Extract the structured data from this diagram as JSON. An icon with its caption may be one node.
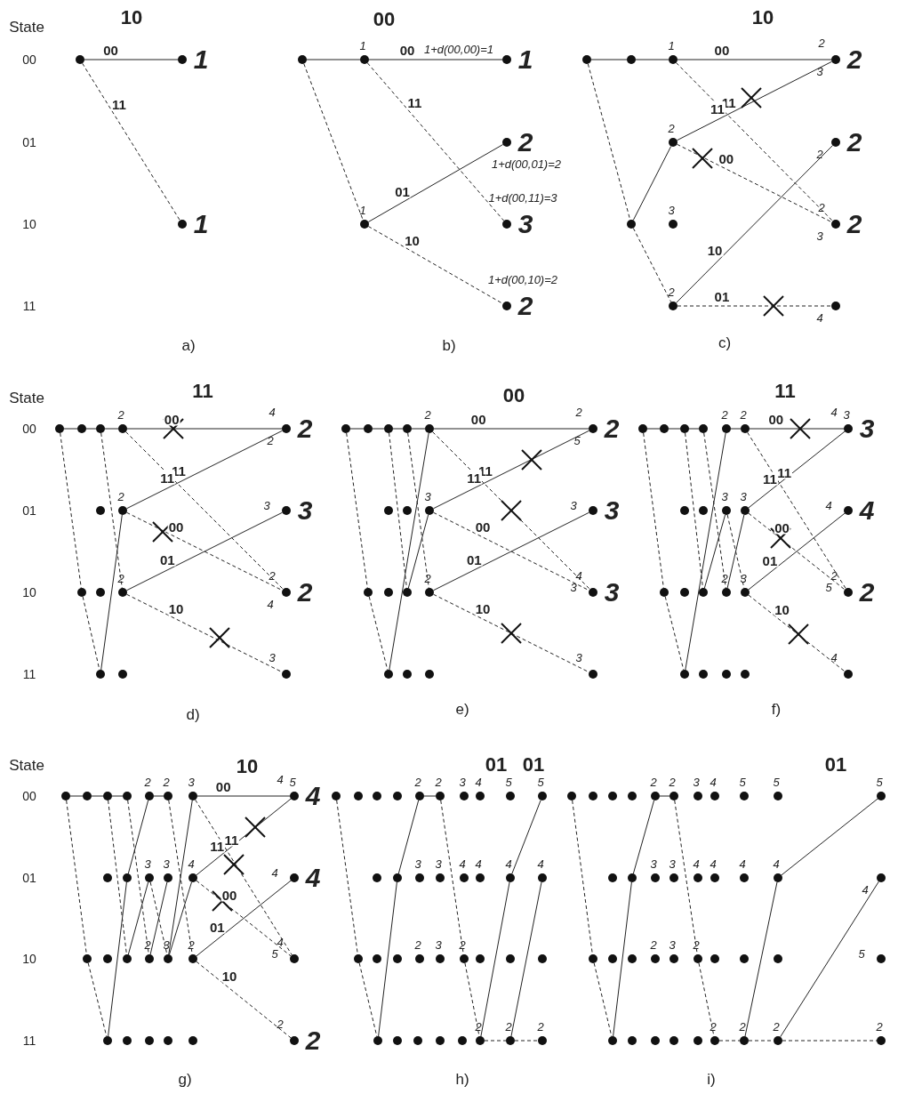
{
  "diagram": {
    "nodes": [
      {
        "text": [],
        "shape": "circle"
      },
      {
        "text": [],
        "shape": "circle",
        "beside": [
          "1"
        ]
      },
      {
        "text": [],
        "shape": "circle",
        "beside": [
          "1"
        ]
      },
      {
        "text": [],
        "shape": "circle"
      },
      {
        "text": [],
        "shape": "circle",
        "beside": [
          "1"
        ]
      },
      {
        "text": [],
        "shape": "circle",
        "beside": [
          "1"
        ]
      },
      {
        "text": [],
        "shape": "circle",
        "beside": [
          "1+d(00,00)=1",
          "1"
        ]
      },
      {
        "text": [],
        "shape": "circle",
        "beside": [
          "2",
          "1+d(00,01)=2"
        ]
      },
      {
        "text": [],
        "shape": "circle",
        "beside": [
          "1+d(00,11)=3",
          "3"
        ]
      },
      {
        "text": [],
        "shape": "circle",
        "beside": [
          "1+d(00,10)=2",
          "2"
        ]
      },
      {
        "text": [],
        "shape": "circle"
      },
      {
        "text": [],
        "shape": "circle"
      },
      {
        "text": [],
        "shape": "circle"
      },
      {
        "text": [],
        "shape": "circle",
        "beside": [
          "1"
        ]
      },
      {
        "text": [],
        "shape": "circle",
        "beside": [
          "2"
        ]
      },
      {
        "text": [],
        "shape": "circle",
        "beside": [
          "3"
        ]
      },
      {
        "text": [],
        "shape": "circle",
        "beside": [
          "2"
        ]
      },
      {
        "text": [],
        "shape": "circle",
        "beside": [
          "2",
          "3",
          "2"
        ]
      },
      {
        "text": [],
        "shape": "circle",
        "beside": [
          "2",
          "2"
        ]
      },
      {
        "text": [],
        "shape": "circle",
        "beside": [
          "2",
          "3",
          "2"
        ]
      },
      {
        "text": [],
        "shape": "circle",
        "beside": [
          "4"
        ]
      },
      {
        "text": [],
        "shape": "circle"
      },
      {
        "text": [],
        "shape": "circle"
      },
      {
        "text": [],
        "shape": "circle"
      },
      {
        "text": [],
        "shape": "circle",
        "beside": [
          "2"
        ]
      },
      {
        "text": [],
        "shape": "circle"
      },
      {
        "text": [],
        "shape": "circle",
        "beside": [
          "2"
        ]
      },
      {
        "text": [],
        "shape": "circle"
      },
      {
        "text": [],
        "shape": "circle"
      },
      {
        "text": [],
        "shape": "circle",
        "beside": [
          "2"
        ]
      },
      {
        "text": [],
        "shape": "circle"
      },
      {
        "text": [],
        "shape": "circle"
      },
      {
        "text": [],
        "shape": "circle",
        "beside": [
          "4",
          "2",
          "2"
        ]
      },
      {
        "text": [],
        "shape": "circle",
        "beside": [
          "3",
          "3"
        ]
      },
      {
        "text": [],
        "shape": "circle",
        "beside": [
          "2",
          "4",
          "2"
        ]
      },
      {
        "text": [],
        "shape": "circle",
        "beside": [
          "3"
        ]
      },
      {
        "text": [],
        "shape": "circle"
      },
      {
        "text": [],
        "shape": "circle"
      },
      {
        "text": [],
        "shape": "circle"
      },
      {
        "text": [],
        "shape": "circle"
      },
      {
        "text": [],
        "shape": "circle",
        "beside": [
          "2"
        ]
      },
      {
        "text": [],
        "shape": "circle"
      },
      {
        "text": [],
        "shape": "circle"
      },
      {
        "text": [],
        "shape": "circle",
        "beside": [
          "3"
        ]
      },
      {
        "text": [],
        "shape": "circle"
      },
      {
        "text": [],
        "shape": "circle"
      },
      {
        "text": [],
        "shape": "circle"
      },
      {
        "text": [],
        "shape": "circle",
        "beside": [
          "2"
        ]
      },
      {
        "text": [],
        "shape": "circle"
      },
      {
        "text": [],
        "shape": "circle"
      },
      {
        "text": [],
        "shape": "circle"
      },
      {
        "text": [],
        "shape": "circle",
        "beside": [
          "2",
          "5",
          "2"
        ]
      },
      {
        "text": [],
        "shape": "circle",
        "beside": [
          "3",
          "3"
        ]
      },
      {
        "text": [],
        "shape": "circle",
        "beside": [
          "4",
          "3",
          "3"
        ]
      },
      {
        "text": [],
        "shape": "circle",
        "beside": [
          "3"
        ]
      },
      {
        "text": [],
        "shape": "circle"
      },
      {
        "text": [],
        "shape": "circle"
      },
      {
        "text": [],
        "shape": "circle"
      },
      {
        "text": [],
        "shape": "circle"
      },
      {
        "text": [],
        "shape": "circle",
        "beside": [
          "2"
        ]
      },
      {
        "text": [],
        "shape": "circle",
        "beside": [
          "2"
        ]
      },
      {
        "text": [],
        "shape": "circle"
      },
      {
        "text": [],
        "shape": "circle"
      },
      {
        "text": [],
        "shape": "circle",
        "beside": [
          "3"
        ]
      },
      {
        "text": [],
        "shape": "circle",
        "beside": [
          "3"
        ]
      },
      {
        "text": [],
        "shape": "circle"
      },
      {
        "text": [],
        "shape": "circle"
      },
      {
        "text": [],
        "shape": "circle"
      },
      {
        "text": [],
        "shape": "circle",
        "beside": [
          "2"
        ]
      },
      {
        "text": [],
        "shape": "circle",
        "beside": [
          "3"
        ]
      },
      {
        "text": [],
        "shape": "circle"
      },
      {
        "text": [],
        "shape": "circle"
      },
      {
        "text": [],
        "shape": "circle"
      },
      {
        "text": [],
        "shape": "circle"
      },
      {
        "text": [],
        "shape": "circle",
        "beside": [
          "4",
          "3",
          "3"
        ]
      },
      {
        "text": [],
        "shape": "circle",
        "beside": [
          "4",
          "4"
        ]
      },
      {
        "text": [],
        "shape": "circle",
        "beside": [
          "2",
          "5",
          "2"
        ]
      },
      {
        "text": [],
        "shape": "circle",
        "beside": [
          "4"
        ]
      },
      {
        "text": [],
        "shape": "circle"
      },
      {
        "text": [],
        "shape": "circle"
      },
      {
        "text": [],
        "shape": "circle"
      },
      {
        "text": [],
        "shape": "circle"
      },
      {
        "text": [],
        "shape": "circle",
        "beside": [
          "2"
        ]
      },
      {
        "text": [],
        "shape": "circle",
        "beside": [
          "2"
        ]
      },
      {
        "text": [],
        "shape": "circle",
        "beside": [
          "3"
        ]
      },
      {
        "text": [],
        "shape": "circle"
      },
      {
        "text": [],
        "shape": "circle"
      },
      {
        "text": [],
        "shape": "circle",
        "beside": [
          "3"
        ]
      },
      {
        "text": [],
        "shape": "circle",
        "beside": [
          "3"
        ]
      },
      {
        "text": [],
        "shape": "circle",
        "beside": [
          "4"
        ]
      },
      {
        "text": [],
        "shape": "circle"
      },
      {
        "text": [],
        "shape": "circle"
      },
      {
        "text": [],
        "shape": "circle"
      },
      {
        "text": [],
        "shape": "circle",
        "beside": [
          "2"
        ]
      },
      {
        "text": [],
        "shape": "circle",
        "beside": [
          "3"
        ]
      },
      {
        "text": [],
        "shape": "circle",
        "beside": [
          "2"
        ]
      },
      {
        "text": [],
        "shape": "circle"
      },
      {
        "text": [],
        "shape": "circle"
      },
      {
        "text": [],
        "shape": "circle"
      },
      {
        "text": [],
        "shape": "circle"
      },
      {
        "text": [],
        "shape": "circle"
      },
      {
        "text": [],
        "shape": "circle",
        "beside": [
          "4",
          "5",
          "4"
        ]
      },
      {
        "text": [],
        "shape": "circle",
        "beside": [
          "4",
          "4"
        ]
      },
      {
        "text": [],
        "shape": "circle",
        "beside": [
          "4",
          "5"
        ]
      },
      {
        "text": [],
        "shape": "circle",
        "beside": [
          "2",
          "2"
        ]
      },
      {
        "text": [],
        "shape": "circle"
      },
      {
        "text": [],
        "shape": "circle"
      },
      {
        "text": [],
        "shape": "circle"
      },
      {
        "text": [],
        "shape": "circle"
      },
      {
        "text": [],
        "shape": "circle",
        "beside": [
          "2"
        ]
      },
      {
        "text": [],
        "shape": "circle",
        "beside": [
          "2"
        ]
      },
      {
        "text": [],
        "shape": "circle",
        "beside": [
          "3"
        ]
      },
      {
        "text": [],
        "shape": "circle",
        "beside": [
          "4"
        ]
      },
      {
        "text": [],
        "shape": "circle",
        "beside": [
          "5"
        ]
      },
      {
        "text": [],
        "shape": "circle",
        "beside": [
          "5"
        ]
      },
      {
        "text": [],
        "shape": "circle"
      },
      {
        "text": [],
        "shape": "circle"
      },
      {
        "text": [],
        "shape": "circle",
        "beside": [
          "3"
        ]
      },
      {
        "text": [],
        "shape": "circle",
        "beside": [
          "3"
        ]
      },
      {
        "text": [],
        "shape": "circle",
        "beside": [
          "4"
        ]
      },
      {
        "text": [],
        "shape": "circle",
        "beside": [
          "4"
        ]
      },
      {
        "text": [],
        "shape": "circle",
        "beside": [
          "4"
        ]
      },
      {
        "text": [],
        "shape": "circle",
        "beside": [
          "4"
        ]
      },
      {
        "text": [],
        "shape": "circle"
      },
      {
        "text": [],
        "shape": "circle"
      },
      {
        "text": [],
        "shape": "circle"
      },
      {
        "text": [],
        "shape": "circle",
        "beside": [
          "2"
        ]
      },
      {
        "text": [],
        "shape": "circle",
        "beside": [
          "3"
        ]
      },
      {
        "text": [],
        "shape": "circle",
        "beside": [
          "2"
        ]
      },
      {
        "text": [],
        "shape": "circle"
      },
      {
        "text": [],
        "shape": "circle"
      },
      {
        "text": [],
        "shape": "circle"
      },
      {
        "text": [],
        "shape": "circle"
      },
      {
        "text": [],
        "shape": "circle"
      },
      {
        "text": [],
        "shape": "circle"
      },
      {
        "text": [],
        "shape": "circle"
      },
      {
        "text": [],
        "shape": "circle"
      },
      {
        "text": [],
        "shape": "circle",
        "beside": [
          "2"
        ]
      },
      {
        "text": [],
        "shape": "circle",
        "beside": [
          "2"
        ]
      },
      {
        "text": [],
        "shape": "circle",
        "beside": [
          "2"
        ]
      },
      {
        "text": [],
        "shape": "circle"
      },
      {
        "text": [],
        "shape": "circle"
      },
      {
        "text": [],
        "shape": "circle"
      },
      {
        "text": [],
        "shape": "circle"
      },
      {
        "text": [],
        "shape": "circle",
        "beside": [
          "2"
        ]
      },
      {
        "text": [],
        "shape": "circle",
        "beside": [
          "2"
        ]
      },
      {
        "text": [],
        "shape": "circle",
        "beside": [
          "3"
        ]
      },
      {
        "text": [],
        "shape": "circle",
        "beside": [
          "4"
        ]
      },
      {
        "text": [],
        "shape": "circle",
        "beside": [
          "5"
        ]
      },
      {
        "text": [],
        "shape": "circle",
        "beside": [
          "5"
        ]
      },
      {
        "text": [],
        "shape": "circle",
        "beside": [
          "5"
        ]
      },
      {
        "text": [],
        "shape": "circle"
      },
      {
        "text": [],
        "shape": "circle"
      },
      {
        "text": [],
        "shape": "circle",
        "beside": [
          "3"
        ]
      },
      {
        "text": [],
        "shape": "circle",
        "beside": [
          "3"
        ]
      },
      {
        "text": [],
        "shape": "circle",
        "beside": [
          "4"
        ]
      },
      {
        "text": [],
        "shape": "circle",
        "beside": [
          "4"
        ]
      },
      {
        "text": [],
        "shape": "circle",
        "beside": [
          "4"
        ]
      },
      {
        "text": [],
        "shape": "circle",
        "beside": [
          "4"
        ]
      },
      {
        "text": [],
        "shape": "circle",
        "beside": [
          "4"
        ]
      },
      {
        "text": [],
        "shape": "circle"
      },
      {
        "text": [],
        "shape": "circle"
      },
      {
        "text": [],
        "shape": "circle"
      },
      {
        "text": [],
        "shape": "circle",
        "beside": [
          "2"
        ]
      },
      {
        "text": [],
        "shape": "circle",
        "beside": [
          "3"
        ]
      },
      {
        "text": [],
        "shape": "circle",
        "beside": [
          "2"
        ]
      },
      {
        "text": [],
        "shape": "circle"
      },
      {
        "text": [],
        "shape": "circle"
      },
      {
        "text": [],
        "shape": "circle"
      },
      {
        "text": [],
        "shape": "circle",
        "beside": [
          "5"
        ]
      },
      {
        "text": [],
        "shape": "circle"
      },
      {
        "text": [],
        "shape": "circle"
      },
      {
        "text": [],
        "shape": "circle"
      },
      {
        "text": [],
        "shape": "circle"
      },
      {
        "text": [],
        "shape": "circle"
      },
      {
        "text": [],
        "shape": "circle",
        "beside": [
          "2"
        ]
      },
      {
        "text": [],
        "shape": "circle",
        "beside": [
          "2"
        ]
      },
      {
        "text": [],
        "shape": "circle",
        "beside": [
          "2"
        ]
      },
      {
        "text": [],
        "shape": "circle",
        "beside": [
          "2"
        ]
      }
    ],
    "edges": [
      {
        "from": 0,
        "to": 1,
        "arrow": "none",
        "label": "00"
      },
      {
        "from": 0,
        "to": 2,
        "arrow": "none",
        "style": "dashed",
        "label": "11"
      },
      {
        "from": 3,
        "to": 4,
        "arrow": "none"
      },
      {
        "from": 3,
        "to": 5,
        "arrow": "none",
        "style": "dashed"
      },
      {
        "from": 4,
        "to": 6,
        "arrow": "none",
        "label": "00"
      },
      {
        "from": 4,
        "to": 8,
        "arrow": "none",
        "style": "dashed",
        "label": "11"
      },
      {
        "from": 5,
        "to": 7,
        "arrow": "none",
        "label": "01"
      },
      {
        "from": 5,
        "to": 9,
        "arrow": "none",
        "style": "dashed",
        "label": "10"
      },
      {
        "from": 10,
        "to": 11,
        "arrow": "none"
      },
      {
        "from": 10,
        "to": 12,
        "arrow": "none",
        "style": "dashed"
      },
      {
        "from": 11,
        "to": 13,
        "arrow": "none"
      },
      {
        "from": 12,
        "to": 14,
        "arrow": "none"
      },
      {
        "from": 12,
        "to": 16,
        "arrow": "none",
        "style": "dashed"
      },
      {
        "from": 13,
        "to": 17,
        "arrow": "none",
        "label": "00"
      },
      {
        "from": 13,
        "to": 19,
        "arrow": "none",
        "style": "dashed",
        "label": "11"
      },
      {
        "from": 14,
        "to": 17,
        "arrow": "none",
        "label": "11"
      },
      {
        "from": 14,
        "to": 19,
        "arrow": "none",
        "style": "dashed",
        "label": "00"
      },
      {
        "from": 16,
        "to": 18,
        "arrow": "none",
        "label": "10"
      },
      {
        "from": 16,
        "to": 20,
        "arrow": "none",
        "style": "dashed",
        "label": "01"
      },
      {
        "from": 21,
        "to": 22,
        "arrow": "none"
      },
      {
        "from": 22,
        "to": 23,
        "arrow": "none"
      },
      {
        "from": 23,
        "to": 24,
        "arrow": "none"
      },
      {
        "from": 21,
        "to": 27,
        "arrow": "none",
        "style": "dashed"
      },
      {
        "from": 27,
        "to": 30,
        "arrow": "none",
        "style": "dashed"
      },
      {
        "from": 23,
        "to": 29,
        "arrow": "none",
        "style": "dashed"
      },
      {
        "from": 30,
        "to": 26,
        "arrow": "none"
      },
      {
        "from": 24,
        "to": 32,
        "arrow": "none",
        "label": "00"
      },
      {
        "from": 24,
        "to": 34,
        "arrow": "none",
        "style": "dashed",
        "label": "11"
      },
      {
        "from": 26,
        "to": 32,
        "arrow": "none",
        "label": "11"
      },
      {
        "from": 26,
        "to": 34,
        "arrow": "none",
        "style": "dashed",
        "label": "00"
      },
      {
        "from": 29,
        "to": 33,
        "arrow": "none",
        "label": "01"
      },
      {
        "from": 29,
        "to": 35,
        "arrow": "none",
        "style": "dashed",
        "label": "10"
      },
      {
        "from": 36,
        "to": 37,
        "arrow": "none"
      },
      {
        "from": 37,
        "to": 38,
        "arrow": "none"
      },
      {
        "from": 38,
        "to": 39,
        "arrow": "none"
      },
      {
        "from": 39,
        "to": 40,
        "arrow": "none"
      },
      {
        "from": 36,
        "to": 44,
        "arrow": "none",
        "style": "dashed"
      },
      {
        "from": 44,
        "to": 48,
        "arrow": "none",
        "style": "dashed"
      },
      {
        "from": 48,
        "to": 40,
        "arrow": "none"
      },
      {
        "from": 38,
        "to": 46,
        "arrow": "none",
        "style": "dashed"
      },
      {
        "from": 39,
        "to": 47,
        "arrow": "none",
        "style": "dashed"
      },
      {
        "from": 46,
        "to": 43,
        "arrow": "none"
      },
      {
        "from": 40,
        "to": 51,
        "arrow": "none",
        "label": "00"
      },
      {
        "from": 40,
        "to": 53,
        "arrow": "none",
        "style": "dashed",
        "label": "11"
      },
      {
        "from": 43,
        "to": 51,
        "arrow": "none",
        "label": "11"
      },
      {
        "from": 43,
        "to": 53,
        "arrow": "none",
        "style": "dashed",
        "label": "00"
      },
      {
        "from": 47,
        "to": 52,
        "arrow": "none",
        "label": "01"
      },
      {
        "from": 47,
        "to": 54,
        "arrow": "none",
        "style": "dashed",
        "label": "10"
      },
      {
        "from": 55,
        "to": 56,
        "arrow": "none"
      },
      {
        "from": 56,
        "to": 57,
        "arrow": "none"
      },
      {
        "from": 57,
        "to": 58,
        "arrow": "none"
      },
      {
        "from": 59,
        "to": 60,
        "arrow": "none"
      },
      {
        "from": 55,
        "to": 65,
        "arrow": "none",
        "style": "dashed"
      },
      {
        "from": 65,
        "to": 70,
        "arrow": "none",
        "style": "dashed"
      },
      {
        "from": 70,
        "to": 59,
        "arrow": "none"
      },
      {
        "from": 57,
        "to": 67,
        "arrow": "none",
        "style": "dashed"
      },
      {
        "from": 58,
        "to": 68,
        "arrow": "none",
        "style": "dashed"
      },
      {
        "from": 67,
        "to": 63,
        "arrow": "none"
      },
      {
        "from": 63,
        "to": 69,
        "arrow": "none",
        "style": "dashed"
      },
      {
        "from": 68,
        "to": 64,
        "arrow": "none"
      },
      {
        "from": 60,
        "to": 74,
        "arrow": "none",
        "label": "00"
      },
      {
        "from": 60,
        "to": 76,
        "arrow": "none",
        "style": "dashed",
        "label": "11"
      },
      {
        "from": 64,
        "to": 74,
        "arrow": "none",
        "label": "11"
      },
      {
        "from": 64,
        "to": 76,
        "arrow": "none",
        "style": "dashed",
        "label": "00"
      },
      {
        "from": 69,
        "to": 75,
        "arrow": "none",
        "label": "01"
      },
      {
        "from": 69,
        "to": 77,
        "arrow": "none",
        "style": "dashed",
        "label": "10"
      },
      {
        "from": 78,
        "to": 79,
        "arrow": "none"
      },
      {
        "from": 79,
        "to": 80,
        "arrow": "none"
      },
      {
        "from": 80,
        "to": 81,
        "arrow": "none"
      },
      {
        "from": 82,
        "to": 83,
        "arrow": "none"
      },
      {
        "from": 78,
        "to": 90,
        "arrow": "none",
        "style": "dashed"
      },
      {
        "from": 90,
        "to": 96,
        "arrow": "none",
        "style": "dashed"
      },
      {
        "from": 96,
        "to": 86,
        "arrow": "none"
      },
      {
        "from": 86,
        "to": 82,
        "arrow": "none"
      },
      {
        "from": 80,
        "to": 92,
        "arrow": "none",
        "style": "dashed"
      },
      {
        "from": 81,
        "to": 93,
        "arrow": "none",
        "style": "dashed"
      },
      {
        "from": 92,
        "to": 87,
        "arrow": "none"
      },
      {
        "from": 87,
        "to": 94,
        "arrow": "none",
        "style": "dashed"
      },
      {
        "from": 93,
        "to": 88,
        "arrow": "none"
      },
      {
        "from": 83,
        "to": 95,
        "arrow": "none",
        "style": "dashed"
      },
      {
        "from": 94,
        "to": 84,
        "arrow": "none"
      },
      {
        "from": 94,
        "to": 89,
        "arrow": "none"
      },
      {
        "from": 84,
        "to": 101,
        "arrow": "none",
        "label": "00"
      },
      {
        "from": 84,
        "to": 103,
        "arrow": "none",
        "style": "dashed",
        "label": "11"
      },
      {
        "from": 89,
        "to": 101,
        "arrow": "none",
        "label": "11"
      },
      {
        "from": 89,
        "to": 103,
        "arrow": "none",
        "style": "dashed",
        "label": "00"
      },
      {
        "from": 95,
        "to": 102,
        "arrow": "none",
        "label": "01"
      },
      {
        "from": 95,
        "to": 104,
        "arrow": "none",
        "style": "dashed",
        "label": "10"
      },
      {
        "from": 109,
        "to": 110,
        "arrow": "none"
      },
      {
        "from": 105,
        "to": 123,
        "arrow": "none",
        "style": "dashed"
      },
      {
        "from": 123,
        "to": 132,
        "arrow": "none",
        "style": "dashed"
      },
      {
        "from": 132,
        "to": 116,
        "arrow": "none"
      },
      {
        "from": 116,
        "to": 109,
        "arrow": "none"
      },
      {
        "from": 110,
        "to": 128,
        "arrow": "none",
        "style": "dashed"
      },
      {
        "from": 128,
        "to": 137,
        "arrow": "none",
        "style": "dashed"
      },
      {
        "from": 137,
        "to": 121,
        "arrow": "none"
      },
      {
        "from": 121,
        "to": 114,
        "arrow": "none"
      },
      {
        "from": 138,
        "to": 122,
        "arrow": "none"
      },
      {
        "from": 137,
        "to": 138,
        "arrow": "none",
        "style": "dashed"
      },
      {
        "from": 138,
        "to": 139,
        "arrow": "none",
        "style": "dashed"
      },
      {
        "from": 144,
        "to": 145,
        "arrow": "none"
      },
      {
        "from": 140,
        "to": 160,
        "arrow": "none",
        "style": "dashed"
      },
      {
        "from": 160,
        "to": 170,
        "arrow": "none",
        "style": "dashed"
      },
      {
        "from": 170,
        "to": 152,
        "arrow": "none"
      },
      {
        "from": 152,
        "to": 144,
        "arrow": "none"
      },
      {
        "from": 145,
        "to": 165,
        "arrow": "none",
        "style": "dashed"
      },
      {
        "from": 165,
        "to": 175,
        "arrow": "none",
        "style": "dashed"
      },
      {
        "from": 176,
        "to": 158,
        "arrow": "none"
      },
      {
        "from": 158,
        "to": 150,
        "arrow": "none"
      },
      {
        "from": 177,
        "to": 159,
        "arrow": "none"
      },
      {
        "from": 175,
        "to": 176,
        "arrow": "none",
        "style": "dashed"
      },
      {
        "from": 176,
        "to": 177,
        "arrow": "none",
        "style": "dashed"
      },
      {
        "from": 177,
        "to": 178,
        "arrow": "none",
        "style": "dashed"
      }
    ],
    "labels": [
      "State",
      "10",
      "00",
      "10",
      "00",
      "01",
      "10",
      "11",
      "a)",
      "b)",
      "c)",
      "State",
      "11",
      "00",
      "11",
      "00",
      "01",
      "10",
      "11",
      "d)",
      "e)",
      "f)",
      "State",
      "10",
      "01",
      "01",
      "01",
      "00",
      "01",
      "10",
      "11",
      "g)",
      "h)",
      "i)"
    ]
  }
}
